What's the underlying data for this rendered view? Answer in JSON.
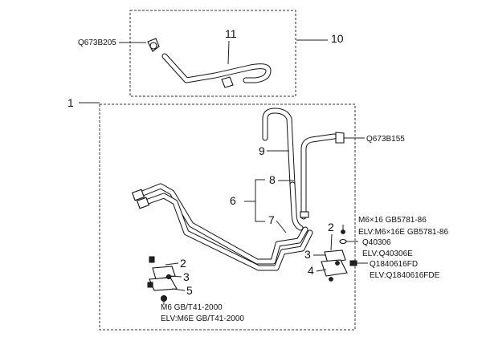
{
  "callouts": {
    "n1": "1",
    "n2a": "2",
    "n3a": "3",
    "n5": "5",
    "n6": "6",
    "n7": "7",
    "n8": "8",
    "n9": "9",
    "n10": "10",
    "n11": "11",
    "n2b": "2",
    "n3b": "3",
    "n4": "4"
  },
  "part_numbers": {
    "clamp_top": "Q673B205",
    "clamp_right": "Q673B155",
    "bolt_std": "M6×16 GB5781-86",
    "bolt_elv": "ELV:M6×16E GB5781-86",
    "washer_std": "Q40306",
    "washer_elv": "ELV:Q40306E",
    "screw_std": "Q1840616FD",
    "screw_elv": "ELV:Q1840616FDE",
    "nut_std": "M6 GB/T41-2000",
    "nut_elv": "ELV:M6E GB/T41-2000"
  }
}
